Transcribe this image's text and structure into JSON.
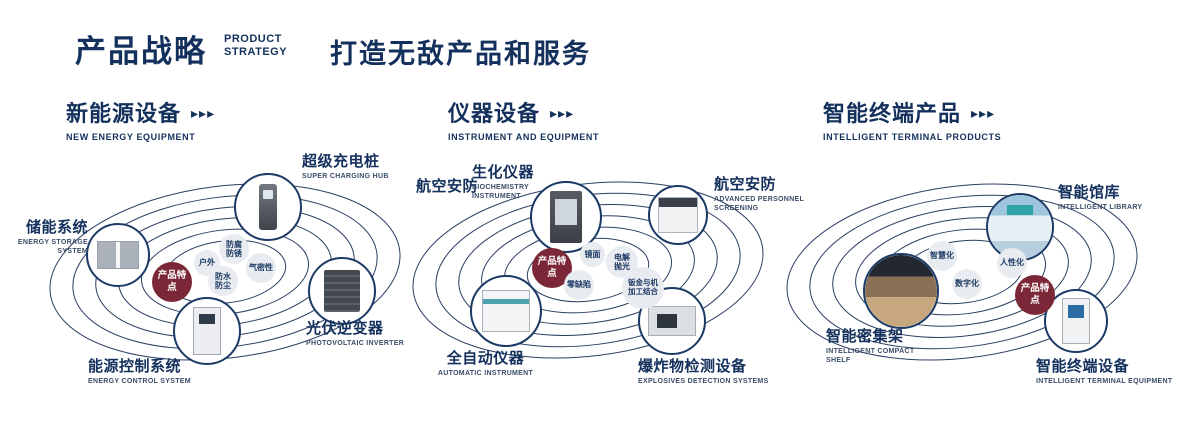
{
  "header": {
    "title": "产品战略",
    "title_en_line1": "PRODUCT",
    "title_en_line2": "STRATEGY",
    "tagline": "打造无敌产品和服务"
  },
  "arrow_icon": "▸▸▸",
  "badge_label": "产品特点",
  "sections": [
    {
      "title": "新能源设备",
      "subtitle": "NEW ENERGY EQUIPMENT",
      "features": [
        "防腐防锈",
        "户外",
        "气密性",
        "防水防尘"
      ],
      "products": [
        {
          "name": "储能系统",
          "en": "ENERGY STORAGE SYSTEM",
          "icon": "battery-cabinet-icon"
        },
        {
          "name": "超级充电桩",
          "en": "SUPER CHARGING HUB",
          "icon": "charging-pile-icon"
        },
        {
          "name": "光伏逆变器",
          "en": "PHOTOVOLTAIC INVERTER",
          "icon": "inverter-icon"
        },
        {
          "name": "能源控制系统",
          "en": "ENERGY CONTROL SYSTEM",
          "icon": "control-cabinet-icon"
        }
      ]
    },
    {
      "title": "仪器设备",
      "subtitle": "INSTRUMENT AND EQUIPMENT",
      "extra_label": "航空安防",
      "features": [
        "镜面",
        "电解抛光",
        "零缺陷",
        "钣金与机加工结合"
      ],
      "products": [
        {
          "name": "生化仪器",
          "en": "BIOCHEMISTRY INSTRUMENT",
          "icon": "biochemistry-analyzer-icon"
        },
        {
          "name": "航空安防",
          "en": "ADVANCED PERSONNEL SCREENING",
          "icon": "security-scanner-icon"
        },
        {
          "name": "全自动仪器",
          "en": "AUTOMATIC INSTRUMENT",
          "icon": "automatic-instrument-icon"
        },
        {
          "name": "爆炸物检测设备",
          "en": "EXPLOSIVES DETECTION SYSTEMS",
          "icon": "explosives-detector-icon"
        }
      ]
    },
    {
      "title": "智能终端产品",
      "subtitle": "INTELLIGENT TERMINAL PRODUCTS",
      "features": [
        "智慧化",
        "人性化",
        "数字化"
      ],
      "products": [
        {
          "name": "智能馆库",
          "en": "INTELLIGENT LIBRARY",
          "icon": "library-photo"
        },
        {
          "name": "智能密集架",
          "en": "INTELLIGENT COMPACT SHELF",
          "icon": "compact-shelf-photo"
        },
        {
          "name": "智能终端设备",
          "en": "INTELLIGENT TERMINAL EQUIPMENT",
          "icon": "terminal-kiosk-icon"
        }
      ]
    }
  ]
}
